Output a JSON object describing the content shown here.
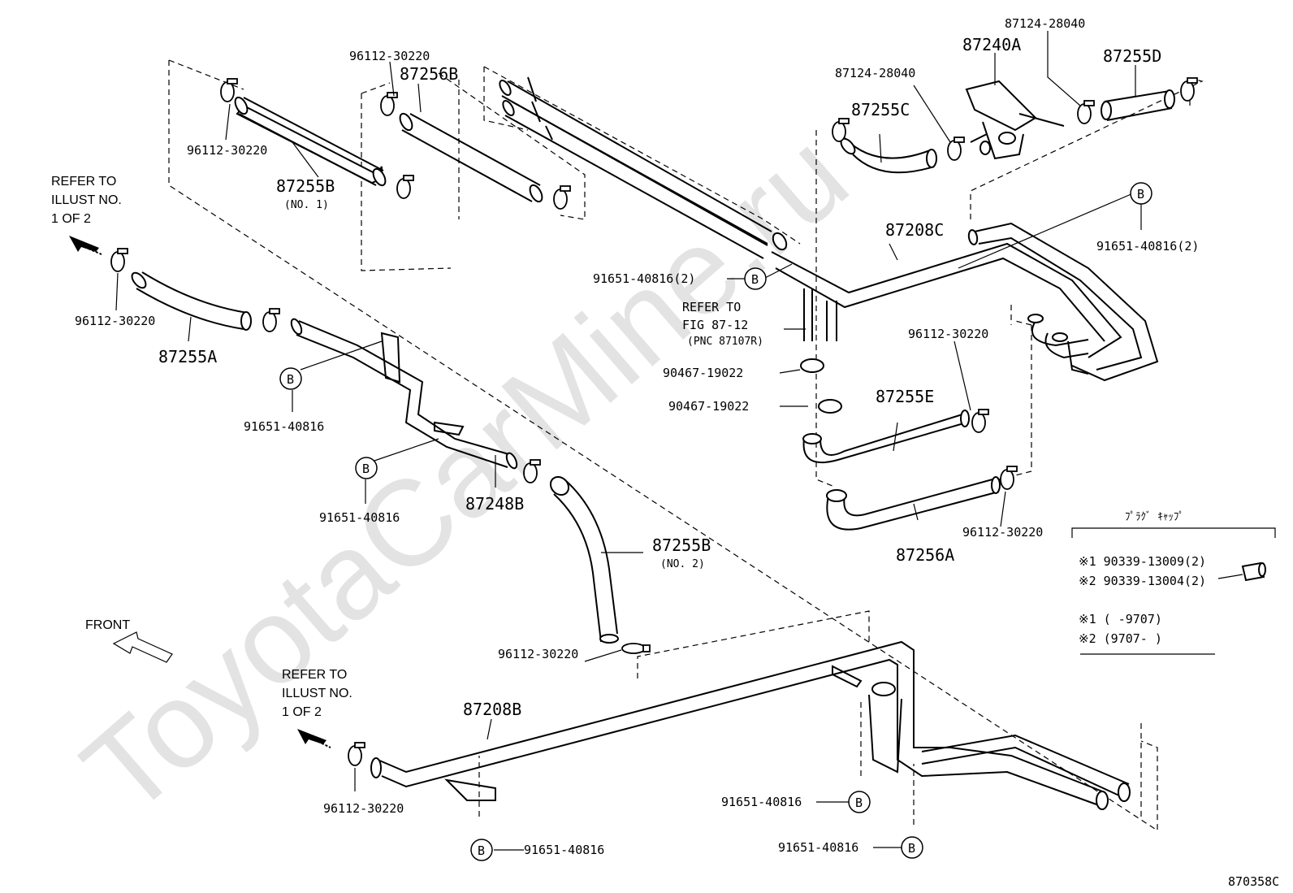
{
  "watermark": "ToyotaCarMine.ru",
  "figure_code": "870358C",
  "callout_letter": "B",
  "labels": {
    "c96112_topleft": "96112-30220",
    "c96112_topmid": "96112-30220",
    "c96112_left": "96112-30220",
    "c96112_right_upper": "96112-30220",
    "c96112_right_lower": "96112-30220",
    "c96112_mid": "96112-30220",
    "c96112_bottom": "96112-30220",
    "p87255B_no1": "87255B",
    "no1": "(NO. 1)",
    "p87256B": "87256B",
    "p87255A": "87255A",
    "p87248B": "87248B",
    "p87255B_no2": "87255B",
    "no2": "(NO. 2)",
    "p87208B": "87208B",
    "p87208C": "87208C",
    "p87255C": "87255C",
    "p87240A": "87240A",
    "p87255D": "87255D",
    "p87255E": "87255E",
    "p87256A": "87256A",
    "c87124_left": "87124-28040",
    "c87124_right": "87124-28040",
    "b91651_left_upper": "91651-40816",
    "b91651_left_lower": "91651-40816",
    "b91651_top2": "91651-40816(2)",
    "b91651_right2": "91651-40816(2)",
    "b91651_bot_mid": "91651-40816",
    "b91651_bot_right": "91651-40816",
    "b91651_bot_left": "91651-40816",
    "c90467_upper": "90467-19022",
    "c90467_lower": "90467-19022"
  },
  "refer_top": [
    "REFER TO",
    "ILLUST NO.",
    "1 OF 2"
  ],
  "refer_bottom": [
    "REFER TO",
    "ILLUST NO.",
    "1 OF 2"
  ],
  "refer_fig": [
    "REFER TO",
    "FIG 87-12",
    "(PNC 87107R)"
  ],
  "front_label": "FRONT",
  "legend": {
    "title": "ﾌﾟﾗｸﾞ ｷｬｯﾌﾟ",
    "row1": "※1 90339-13009(2)",
    "row2": "※2 90339-13004(2)",
    "note1": "※1 (     -9707)",
    "note2": "※2 (9707-     )"
  }
}
